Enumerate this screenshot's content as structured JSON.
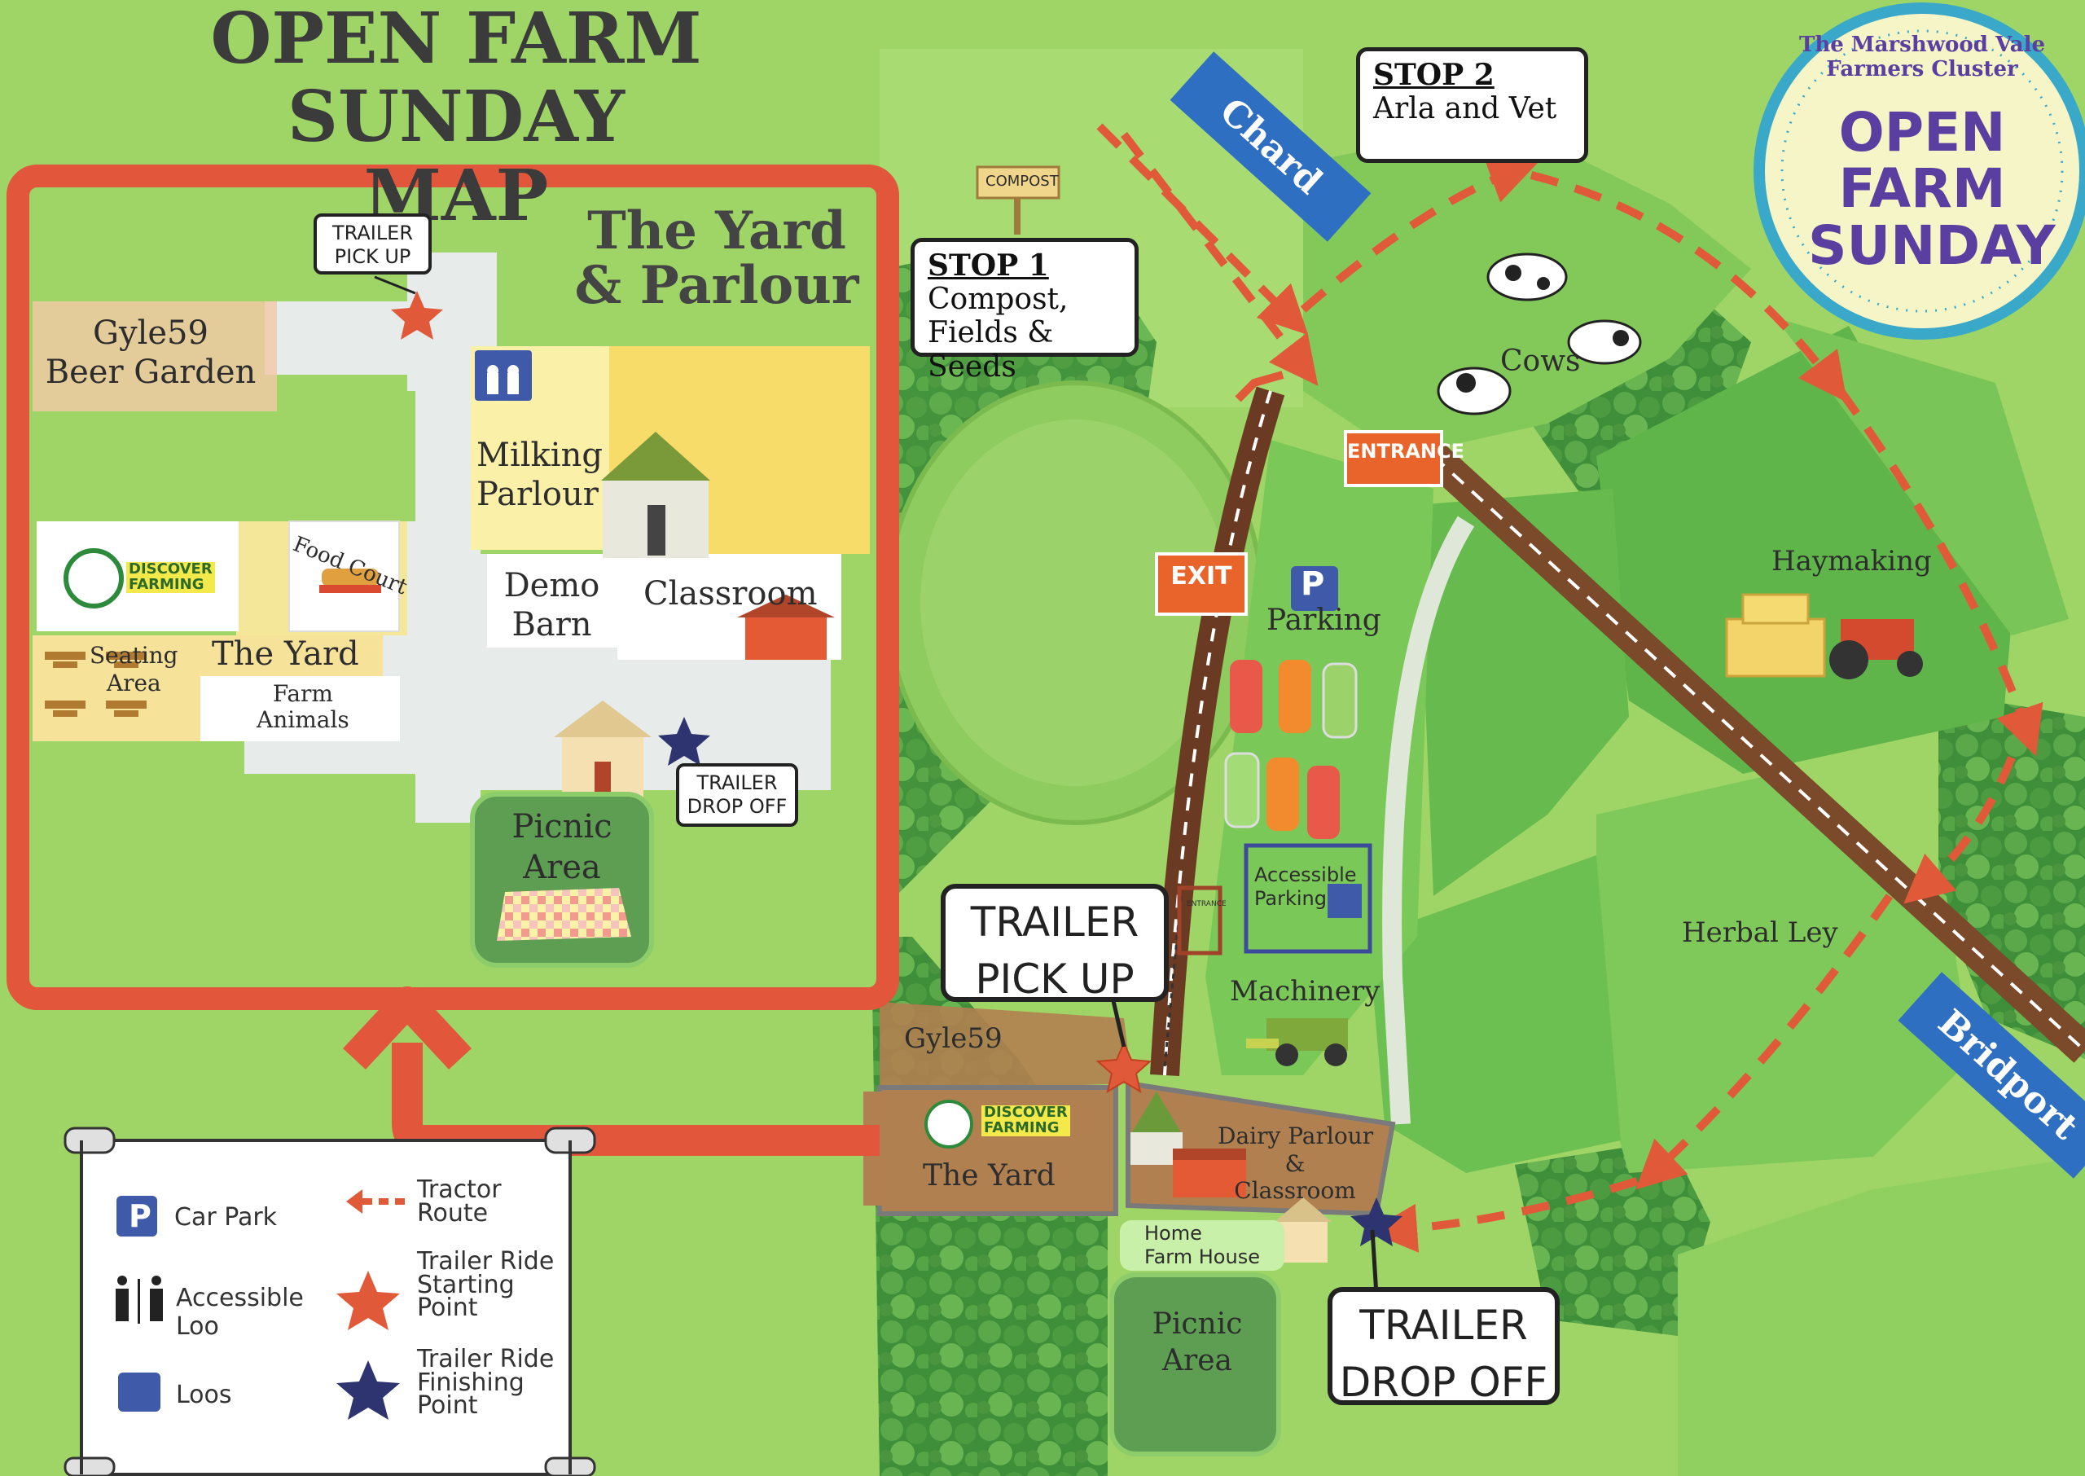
{
  "title_line1": "OPEN FARM SUNDAY",
  "title_line2": "MAP",
  "inset": {
    "heading_line1": "The Yard",
    "heading_line2": "& Parlour",
    "trailer_pickup_line1": "TRAILER",
    "trailer_pickup_line2": "PICK UP",
    "trailer_dropoff_line1": "TRAILER",
    "trailer_dropoff_line2": "DROP OFF",
    "beer_garden_line1": "Gyle59",
    "beer_garden_line2": "Beer Garden",
    "milking_line1": "Milking",
    "milking_line2": "Parlour",
    "food_court": "Food Court",
    "discover_line1": "DISCOVER",
    "discover_line2": "FARMING",
    "demo_line1": "Demo",
    "demo_line2": "Barn",
    "classroom": "Classroom",
    "seating_line1": "Seating",
    "seating_line2": "Area",
    "the_yard": "The Yard",
    "farm_animals_line1": "Farm",
    "farm_animals_line2": "Animals",
    "picnic_line1": "Picnic",
    "picnic_line2": "Area"
  },
  "map": {
    "compost_sign": "COMPOST",
    "stop1_heading": "STOP 1",
    "stop1_line1": "Compost,",
    "stop1_line2": "Fields & Seeds",
    "stop2_heading": "STOP 2",
    "stop2_line1": "Arla and Vet",
    "chard": "Chard",
    "bridport": "Bridport",
    "cows": "Cows",
    "entrance": "ENTRANCE",
    "exit": "EXIT",
    "parking": "Parking",
    "parking_symbol": "P",
    "accessible_line1": "Accessible",
    "accessible_line2": "Parking",
    "small_entrance": "ENTRANCE",
    "haymaking": "Haymaking",
    "herbal_ley": "Herbal Ley",
    "machinery": "Machinery",
    "gyle59": "Gyle59",
    "the_yard": "The Yard",
    "discover_line1": "DISCOVER",
    "discover_line2": "FARMING",
    "dairy_line1": "Dairy Parlour",
    "dairy_line2": "&",
    "dairy_line3": "Classroom",
    "home_line1": "Home",
    "home_line2": "Farm House",
    "picnic_line1": "Picnic",
    "picnic_line2": "Area",
    "trailer_pickup_line1": "TRAILER",
    "trailer_pickup_line2": "PICK UP",
    "trailer_dropoff_line1": "TRAILER",
    "trailer_dropoff_line2": "DROP OFF"
  },
  "badge": {
    "arc_text": "The Marshwood Vale Farmers Cluster",
    "line1": "OPEN",
    "line2": "FARM",
    "line3": "SUNDAY"
  },
  "legend": {
    "car_park": "Car Park",
    "car_park_symbol": "P",
    "accessible_line1": "Accessible",
    "accessible_line2": "Loo",
    "loos": "Loos",
    "tractor_line1": "Tractor",
    "tractor_line2": "Route",
    "start_line1": "Trailer Ride",
    "start_line2": "Starting",
    "start_line3": "Point",
    "finish_line1": "Trailer Ride",
    "finish_line2": "Finishing",
    "finish_line3": "Point"
  },
  "colors": {
    "grass": "#9ed566",
    "field_dark": "#5fb54a",
    "field_mid": "#7ec95a",
    "route_red": "#e05a3a",
    "inset_border": "#e2563c",
    "road_sign_blue": "#2f6fc1",
    "star_blue": "#2e3470",
    "badge_purple": "#5b3fa0"
  }
}
